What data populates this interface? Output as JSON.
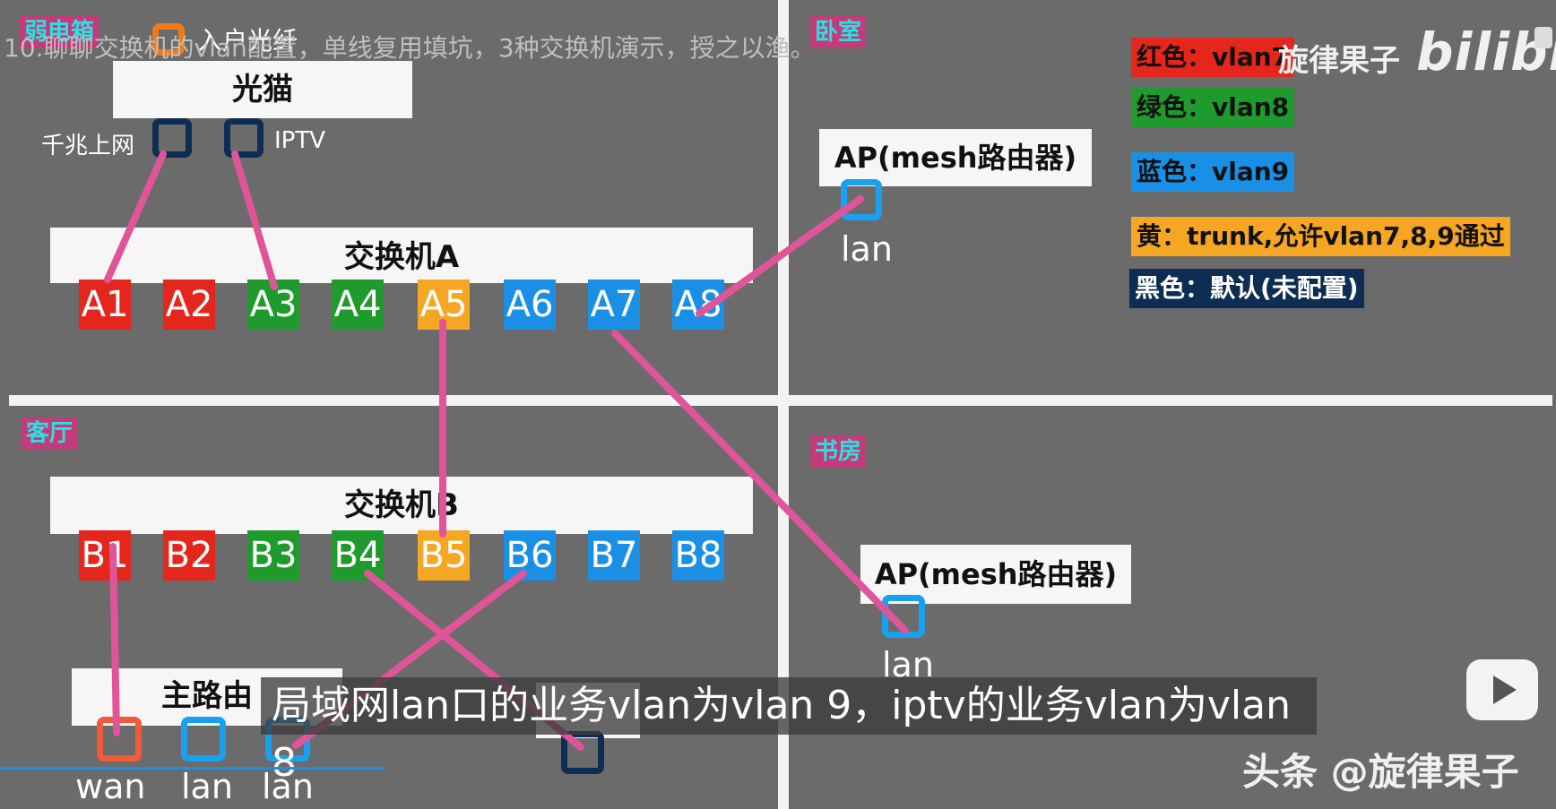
{
  "video_title": "10.聊聊交换机的vlan配置，单线复用填坑，3种交换机演示，授之以渔。",
  "rooms": {
    "weak_box": "弱电箱",
    "bedroom": "卧室",
    "living_room": "客厅",
    "study": "书房"
  },
  "modem": {
    "title": "光猫",
    "fiber_label": "入户光纤",
    "port_internet": "千兆上网",
    "port_iptv": "IPTV"
  },
  "switch_a": {
    "title": "交换机A",
    "ports": [
      "A1",
      "A2",
      "A3",
      "A4",
      "A5",
      "A6",
      "A7",
      "A8"
    ],
    "colors": [
      "red",
      "red",
      "green",
      "green",
      "yellow",
      "blue",
      "blue",
      "blue"
    ]
  },
  "switch_b": {
    "title": "交换机B",
    "ports": [
      "B1",
      "B2",
      "B3",
      "B4",
      "B5",
      "B6",
      "B7",
      "B8"
    ],
    "colors": [
      "red",
      "red",
      "green",
      "green",
      "yellow",
      "blue",
      "blue",
      "blue"
    ]
  },
  "ap_bedroom": {
    "title": "AP(mesh路由器)",
    "port": "lan"
  },
  "ap_study": {
    "title": "AP(mesh路由器)",
    "port": "lan"
  },
  "main_router": {
    "title": "主路由",
    "ports": [
      "wan",
      "lan",
      "lan"
    ]
  },
  "legend": [
    {
      "text": "红色：vlan7",
      "color": "#e4261c"
    },
    {
      "text": "绿色：vlan8",
      "color": "#1f9a2c"
    },
    {
      "text": "蓝色：vlan9",
      "color": "#1a8fe6"
    },
    {
      "text": "黄：trunk,允许vlan7,8,9通过",
      "color": "#f5a623"
    },
    {
      "text": "黑色：默认(未配置)",
      "color": "#0d2d52"
    }
  ],
  "watermark": {
    "author": "旋律果子",
    "brand": "bilibili",
    "toutiao": "头条 @旋律果子"
  },
  "subtitle": "局域网lan口的业务vlan为vlan 9，iptv的业务vlan为vlan 8",
  "colors": {
    "wire": "#e0559a",
    "port_red": "#e4261c",
    "port_green": "#1f9a2c",
    "port_yellow": "#f5a623",
    "port_blue": "#1a8fe6",
    "socket_dark": "#0d2d52",
    "socket_orange": "#f07a1a",
    "socket_red": "#f25a3c",
    "socket_blue": "#1aa0f0"
  }
}
